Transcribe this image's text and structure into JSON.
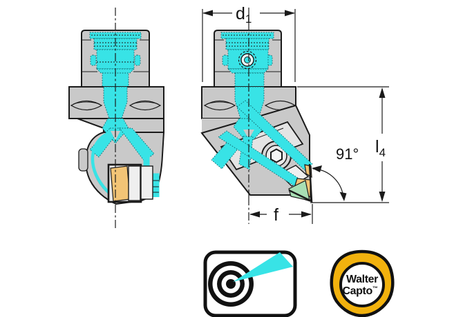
{
  "drawing": {
    "title": "Walter Capto angled turning holder - technical drawing",
    "dimension_labels": {
      "d1": {
        "base": "d",
        "sub": "1"
      },
      "l4": {
        "base": "l",
        "sub": "4"
      },
      "f": {
        "base": "f"
      },
      "angle": {
        "value": "91°"
      }
    },
    "colors": {
      "coolant_cyan": "#38e3e6",
      "body_gray": "#c9c9c9",
      "insert_gold": "#f2c476",
      "insert_green": "#a8dfb4",
      "outline_black": "#1a1a1a",
      "capto_yellow": "#f2b20e"
    }
  },
  "logos": {
    "coolant_icon": {
      "name": "precision-coolant-target-icon"
    },
    "walter_capto": {
      "line1": "Walter",
      "line2": "Capto",
      "trademark": "™"
    }
  }
}
